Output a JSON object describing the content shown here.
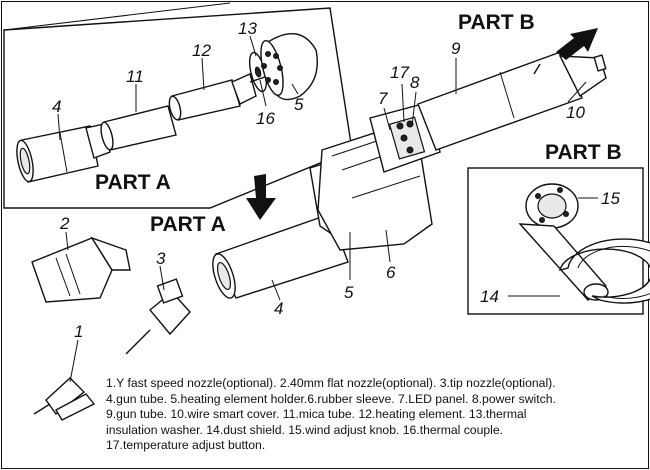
{
  "part_labels": {
    "part_b_top": "PART B",
    "part_a_box": "PART A",
    "part_a_main": "PART A",
    "part_b_box": "PART B"
  },
  "callouts": {
    "n1": "1",
    "n2": "2",
    "n3": "3",
    "n4_box": "4",
    "n4_main": "4",
    "n5_box": "5",
    "n5_main": "5",
    "n6": "6",
    "n7": "7",
    "n8": "8",
    "n9": "9",
    "n10": "10",
    "n11": "11",
    "n12": "12",
    "n13": "13",
    "n14": "14",
    "n15": "15",
    "n16": "16",
    "n17": "17"
  },
  "legend": {
    "line1": "1.Y fast speed nozzle(optional). 2.40mm flat nozzle(optional). 3.tip nozzle(optional).",
    "line2": "4.gun tube. 5.heating element holder.6.rubber sleeve. 7.LED panel. 8.power switch.",
    "line3": "9.gun tube. 10.wire smart cover. 11.mica tube. 12.heating element. 13.thermal",
    "line4": "insulation washer. 14.dust shield. 15.wind adjust knob. 16.thermal couple.",
    "line5": "17.temperature adjust button."
  }
}
